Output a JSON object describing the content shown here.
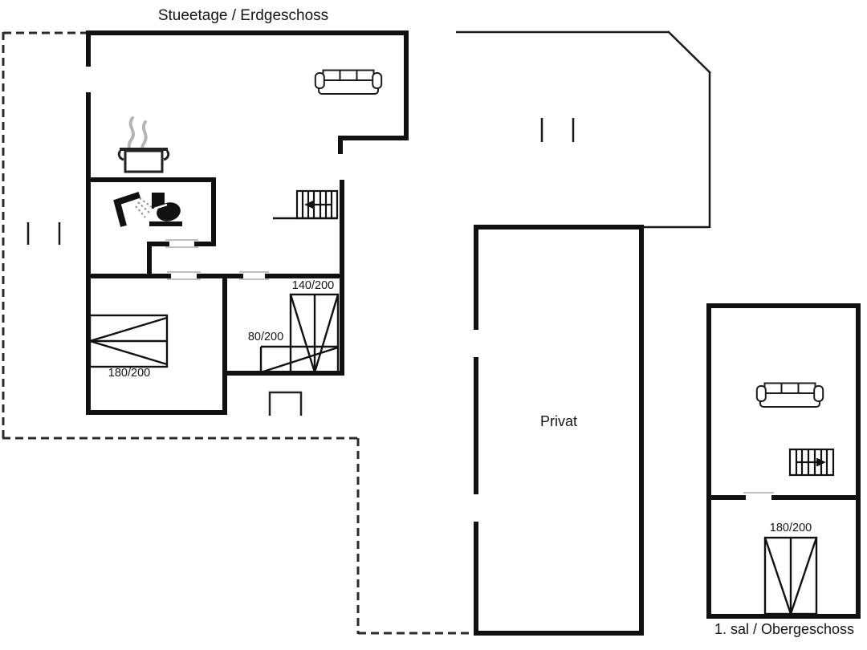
{
  "page": {
    "background_color": "#ffffff",
    "ink_color": "#111111",
    "steam_color": "#b5b5b5"
  },
  "ground_floor": {
    "title": "Stueetage / Erdgeschoss",
    "room_label": "Privat",
    "bed_labels": {
      "double_left": "180/200",
      "single": "80/200",
      "double_right": "140/200"
    },
    "icons": [
      "sofa-icon",
      "stairs-down-icon",
      "cooking-pot-icon",
      "steam-icon",
      "shower-icon",
      "toilet-icon",
      "chimney-icon"
    ]
  },
  "upper_floor": {
    "title": "1. sal / Obergeschoss",
    "bed_label": "180/200",
    "icons": [
      "sofa-icon",
      "stairs-up-icon"
    ]
  }
}
